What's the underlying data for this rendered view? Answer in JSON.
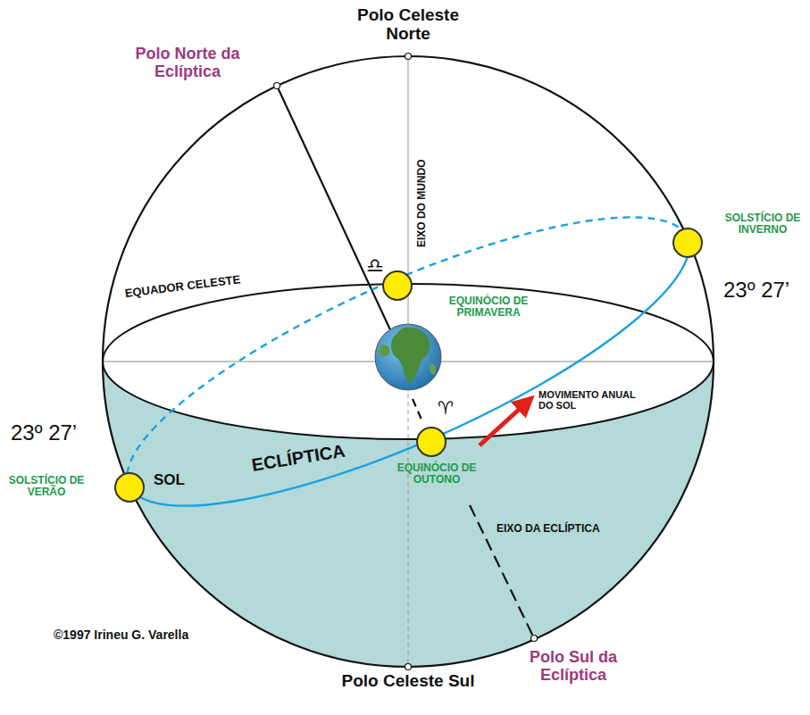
{
  "diagram": {
    "labels": [
      "Polo Celeste Norte",
      "Polo Norte da Eclíptica",
      "EIXO DO MUNDO",
      "SOLSTÍCIO DE INVERNO",
      "23º 27’",
      "EQUADOR CELESTE",
      "♎",
      "EQUINÓCIO DE PRIMAVERA",
      "MOVIMENTO ANUAL DO SOL",
      "♈",
      "23º 27’",
      "SOLSTÍCIO DE VERÃO",
      "SOL",
      "ECLÍPTICA",
      "EQUINÓCIO DE OUTONO",
      "EIXO DA ECLÍPTICA",
      "©1997 Irineu G. Varella",
      "Polo Sul da Eclíptica",
      "Polo Celeste Sul"
    ]
  }
}
